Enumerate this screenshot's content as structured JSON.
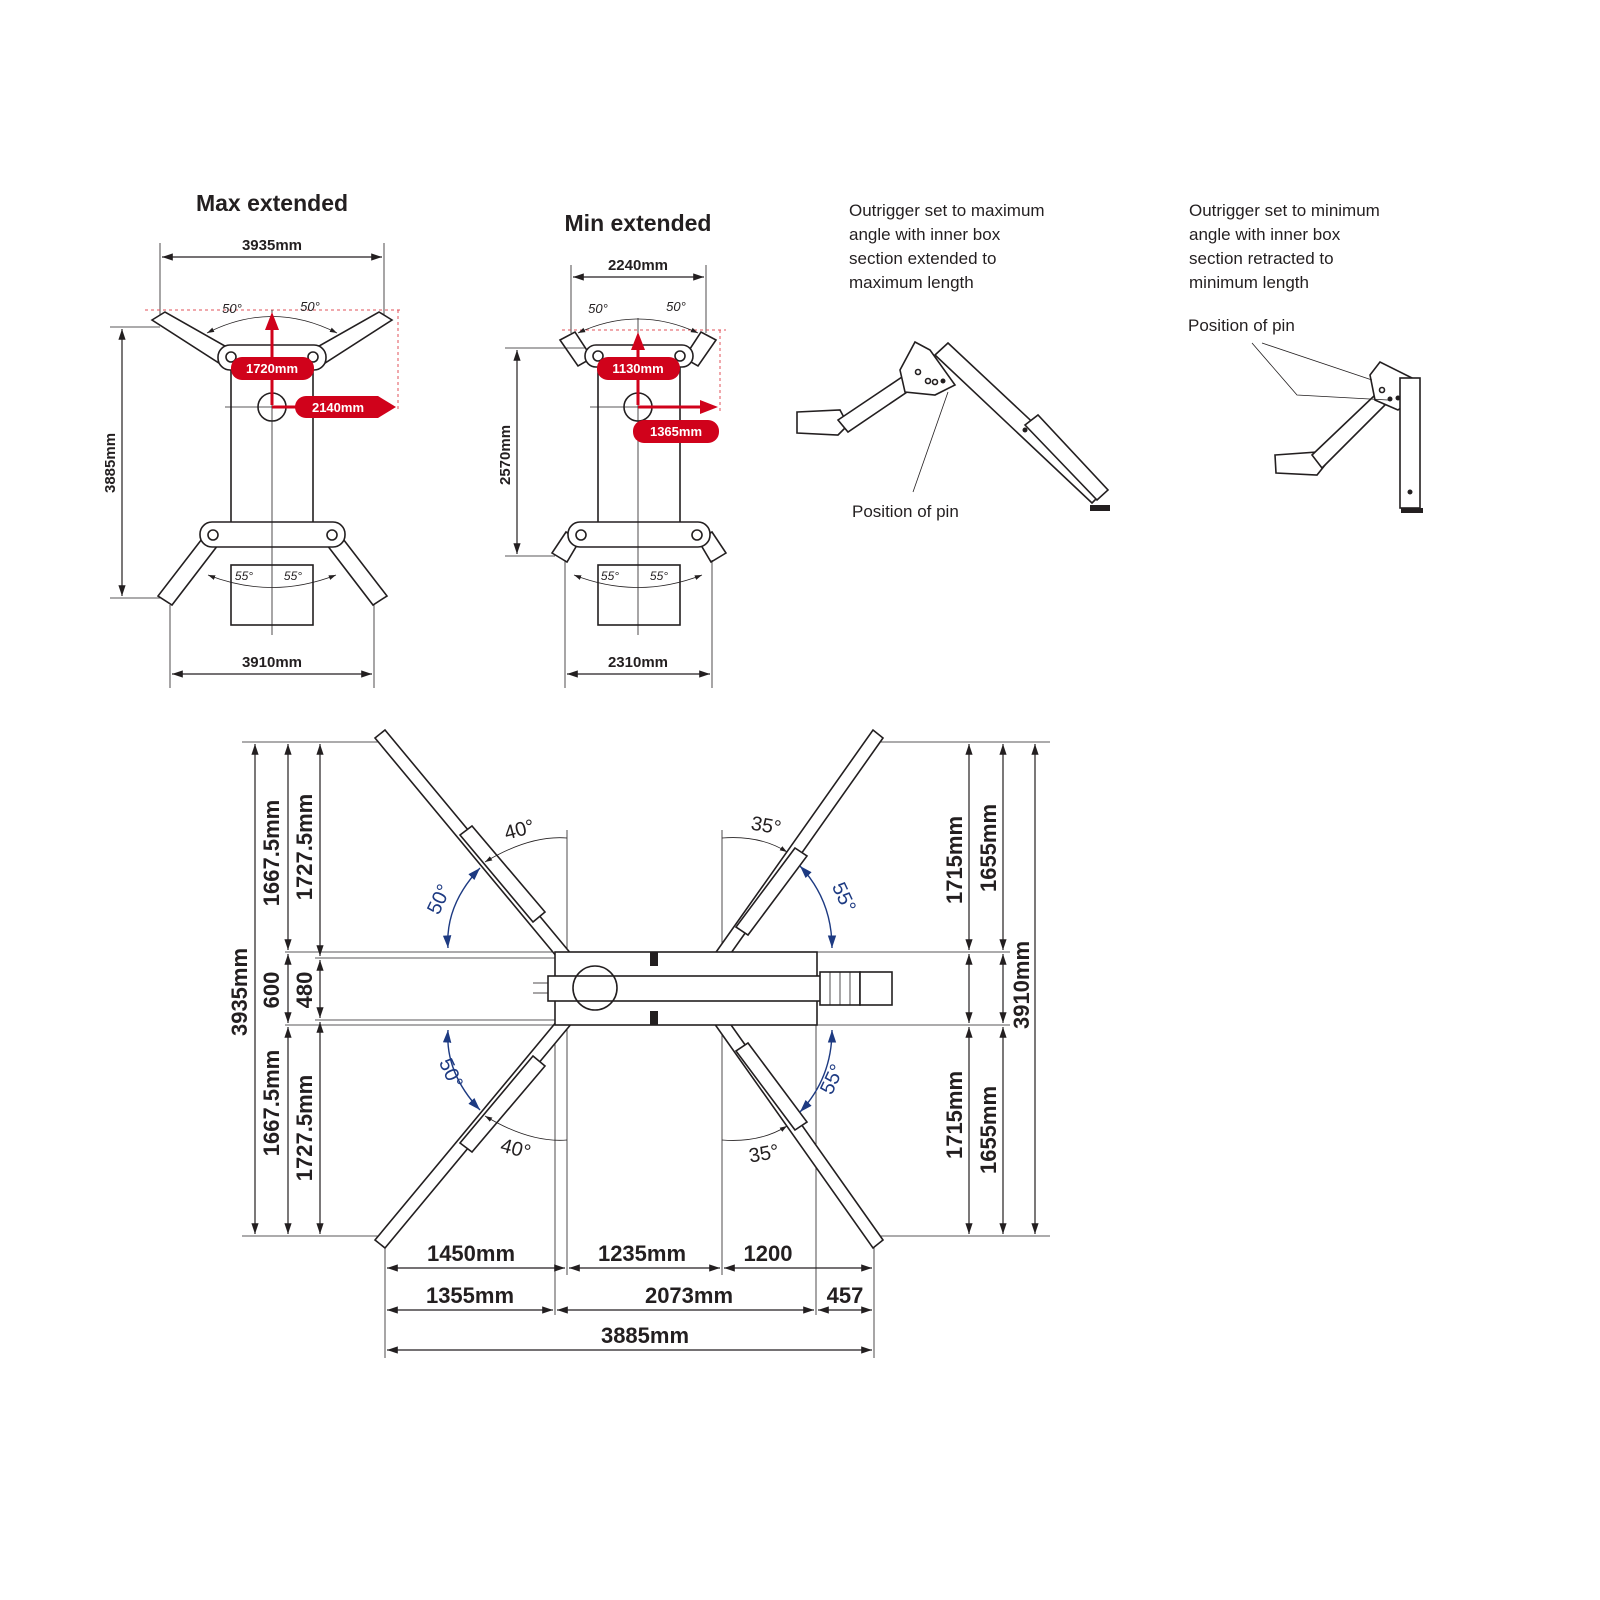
{
  "max_extended": {
    "title": "Max extended",
    "width_top": "3935mm",
    "width_bottom": "3910mm",
    "length": "3885mm",
    "angle_top_left": "50°",
    "angle_top_right": "50°",
    "angle_bottom_left": "55°",
    "angle_bottom_right": "55°",
    "reach_forward": "1720mm",
    "reach_side": "2140mm"
  },
  "min_extended": {
    "title": "Min extended",
    "width_top": "2240mm",
    "width_bottom": "2310mm",
    "length": "2570mm",
    "angle_top_left": "50°",
    "angle_top_right": "50°",
    "angle_bottom_left": "55°",
    "angle_bottom_right": "55°",
    "reach_forward": "1130mm",
    "reach_side": "1365mm"
  },
  "outrigger_max": {
    "caption": [
      "Outrigger set to maximum",
      "angle with inner box",
      "section extended to",
      "maximum length"
    ],
    "pin_label": "Position of pin"
  },
  "outrigger_min": {
    "caption": [
      "Outrigger set to minimum",
      "angle with inner box",
      "section retracted to",
      "minimum length"
    ],
    "pin_label": "Position of pin"
  },
  "plan_view": {
    "left_dims": {
      "total": "3935mm",
      "upper_a": "1667.5mm",
      "middle_a": "600",
      "lower_a": "1667.5mm",
      "upper_b": "1727.5mm",
      "middle_b": "480",
      "lower_b": "1727.5mm"
    },
    "right_dims": {
      "upper_a": "1715mm",
      "lower_a": "1715mm",
      "upper_b": "1655mm",
      "lower_b": "1655mm",
      "total": "3910mm"
    },
    "bottom_row1": [
      "1450mm",
      "1235mm",
      "1200"
    ],
    "bottom_row2": [
      "1355mm",
      "2073mm",
      "457"
    ],
    "bottom_total": "3885mm",
    "angles": {
      "top_left_black": "40°",
      "top_left_blue": "50°",
      "top_right_black": "35°",
      "top_right_blue": "55°",
      "bottom_left_black": "40°",
      "bottom_left_blue": "50°",
      "bottom_right_black": "35°",
      "bottom_right_blue": "55°"
    }
  },
  "colors": {
    "accent_red": "#d0021b",
    "angle_blue": "#1d3a82",
    "line": "#231f20"
  }
}
